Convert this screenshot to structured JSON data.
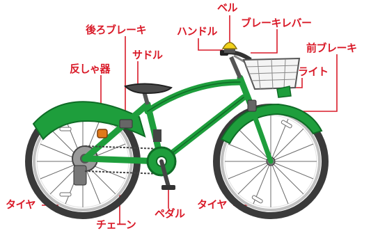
{
  "labels": {
    "bell": "ベル",
    "rear_brake": "後ろブレーキ",
    "handle": "ハンドル",
    "brake_lever": "ブレーキレバー",
    "front_brake": "前ブレーキ",
    "reflector": "反しゃ器",
    "saddle": "サドル",
    "light": "ライト",
    "tire_rear": "タイヤ",
    "tire_front": "タイヤ",
    "chain": "チェーン",
    "pedal": "ペダル"
  },
  "colors": {
    "frame": "#1e9e3c",
    "frame_dark": "#0f6b26",
    "label": "#d91a28",
    "leader": "#d91a28",
    "tire": "#3a3a3a",
    "rim": "#bfbfbf",
    "bell": "#f2d21b",
    "reflector": "#e07a1a"
  }
}
